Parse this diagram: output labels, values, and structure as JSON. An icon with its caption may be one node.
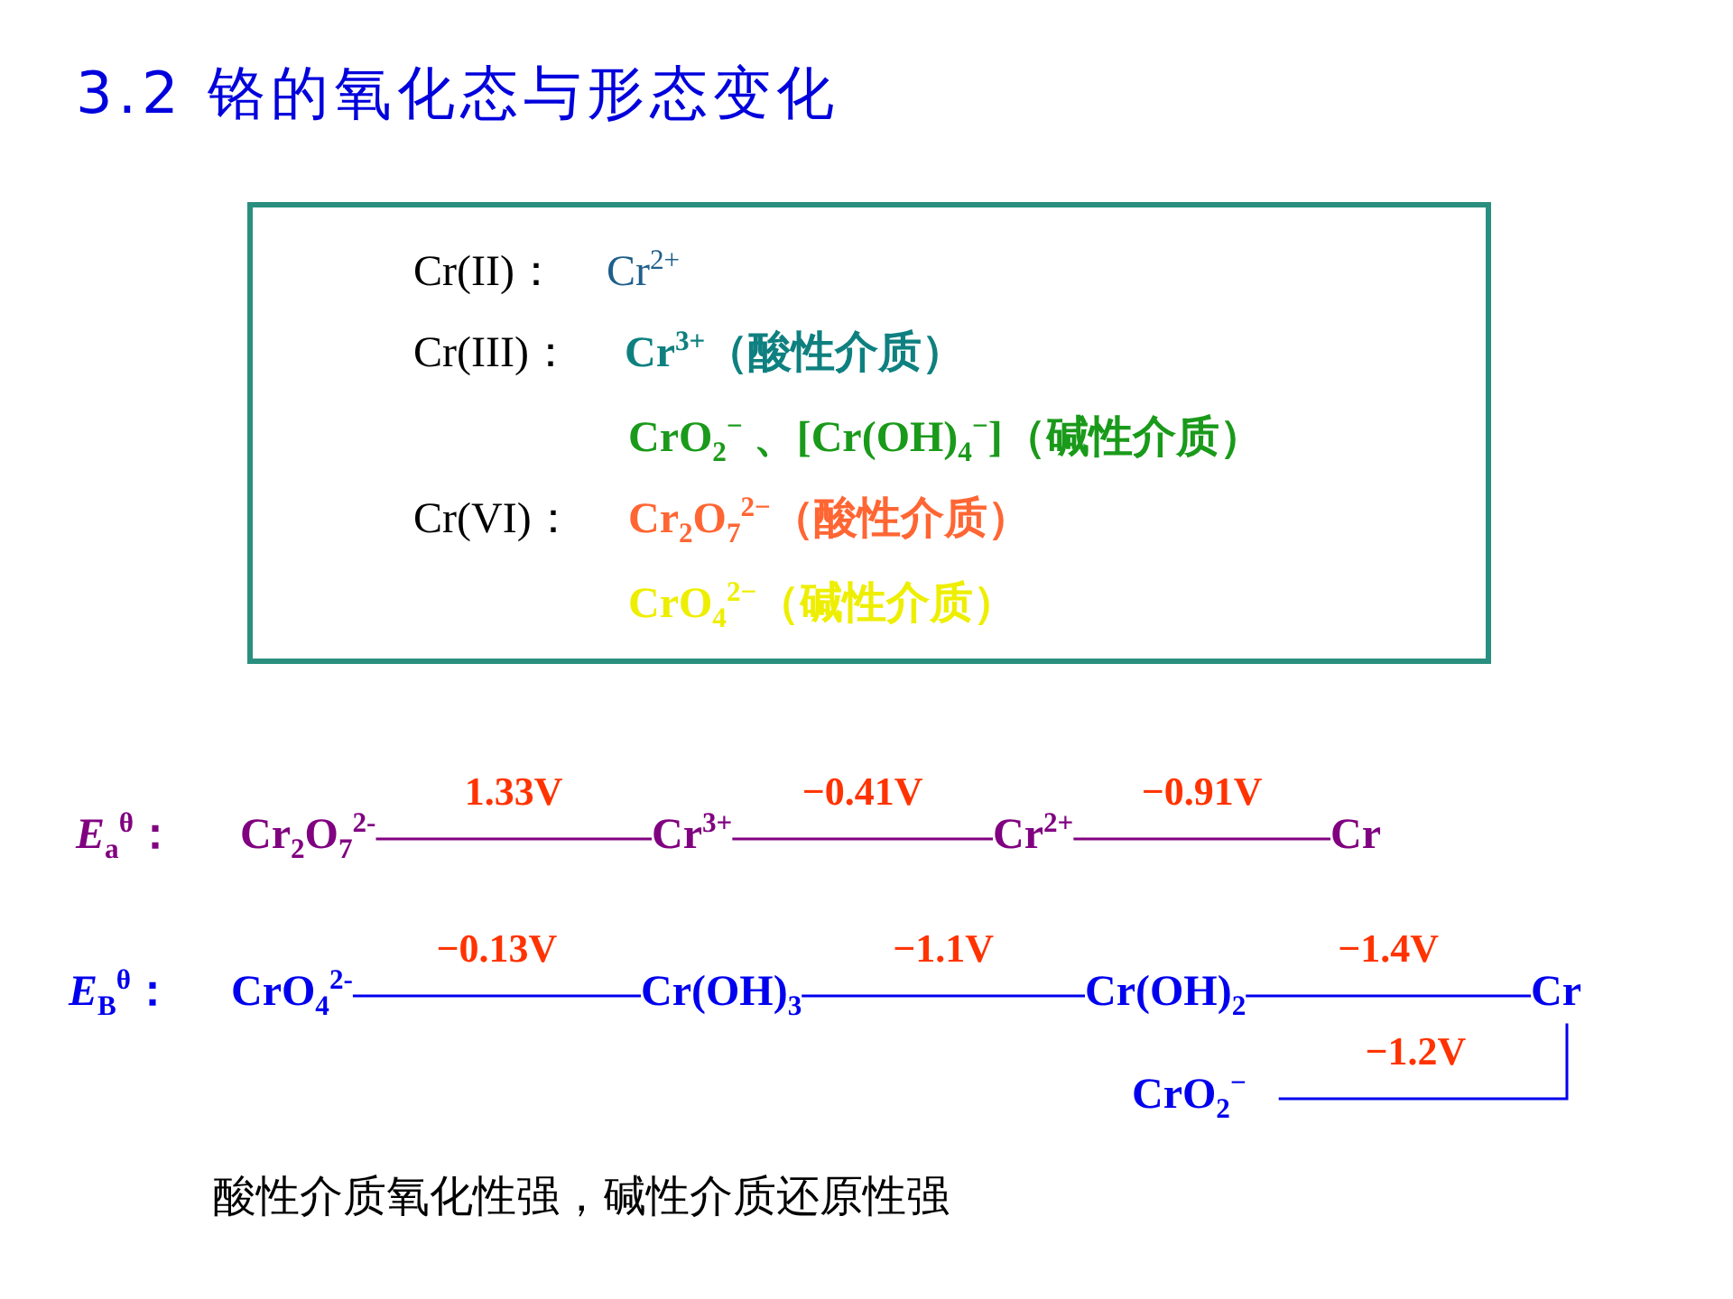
{
  "diagram": {
    "title": "3.2 铬的氧化态与形态变化",
    "nodes": [
      {
        "text": [
          "Cr(II)：",
          "Cr$^{2+}$",
          "Cr(III)：",
          "Cr$^{3+}$（酸性介质）",
          "CrO$_{2}$$^{−}$ 、[Cr(OH)$_{4}$$^{−}$]（碱性介质）",
          "Cr(VI)：",
          "Cr$_{2}$O$_{7}$$^{2−}$（酸性介质）",
          "CrO$_{4}$$^{2−}$（碱性介质）"
        ]
      },
      {
        "text": [
          "Cr$_{2}$O$_{7}$$^{2-}$"
        ]
      },
      {
        "text": [
          "Cr$^{3+}$"
        ]
      },
      {
        "text": [
          "Cr$^{2+}$"
        ]
      },
      {
        "text": [
          "Cr"
        ]
      },
      {
        "text": [
          "CrO$_{4}$$^{2-}$"
        ]
      },
      {
        "text": [
          "Cr(OH)$_{3}$"
        ]
      },
      {
        "text": [
          "Cr(OH)$_{2}$"
        ]
      },
      {
        "text": [
          "Cr"
        ]
      },
      {
        "text": [
          "CrO$_{2}$$^{−}$"
        ]
      }
    ],
    "edges": [
      {
        "from": 1,
        "to": 2,
        "arrow": "none",
        "label": "1.33V",
        "color": "#800080"
      },
      {
        "from": 2,
        "to": 3,
        "arrow": "none",
        "label": "−0.41V",
        "color": "#800080"
      },
      {
        "from": 3,
        "to": 4,
        "arrow": "none",
        "label": "−0.91V",
        "color": "#800080"
      },
      {
        "from": 5,
        "to": 6,
        "arrow": "none",
        "label": "−0.13V"
      },
      {
        "from": 6,
        "to": 7,
        "arrow": "none",
        "label": "−1.1V"
      },
      {
        "from": 7,
        "to": 8,
        "arrow": "none",
        "label": "−1.4V"
      },
      {
        "from": 9,
        "to": 8,
        "arrow": "none",
        "label": "−1.2V"
      }
    ],
    "labels": [
      "*E*$_{a}$$^{θ}$：",
      "*E*$_{B}$$^{θ}$：",
      "酸性介质氧化性强，碱性介质还原性强"
    ]
  }
}
